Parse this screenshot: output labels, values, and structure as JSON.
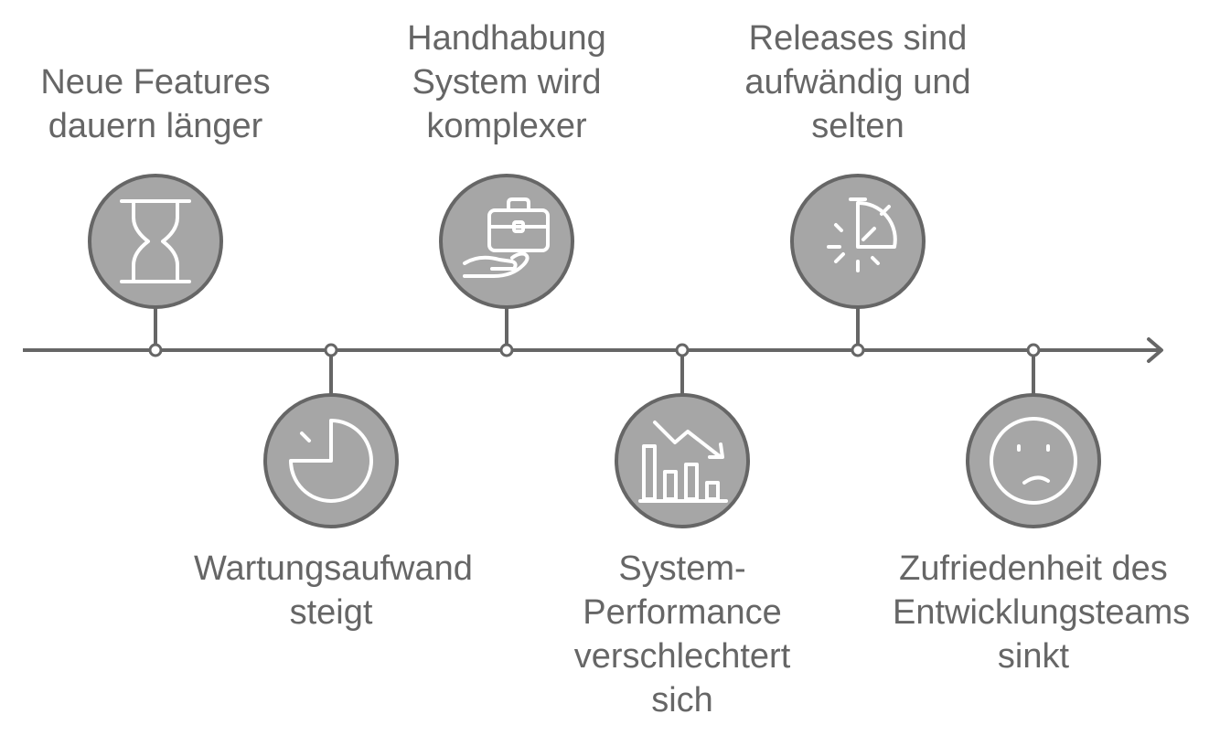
{
  "colors": {
    "line": "#666666",
    "circle_fill": "#a6a6a6",
    "circle_stroke": "#666666",
    "icon_stroke": "#ffffff",
    "text": "#666666"
  },
  "events": [
    {
      "label": "Neue Features\ndauern länger",
      "icon": "hourglass-icon"
    },
    {
      "label": "Wartungsaufwand\nsteigt",
      "icon": "pie-chart-icon"
    },
    {
      "label": "Handhabung\nSystem wird\nkomplexer",
      "icon": "briefcase-hand-icon"
    },
    {
      "label": "System-\nPerformance\nverschlechtert\nsich",
      "icon": "declining-chart-icon"
    },
    {
      "label": "Releases sind\naufwändig und\nselten",
      "icon": "stopwatch-icon"
    },
    {
      "label": "Zufriedenheit des\nEntwicklungsteams\nsinkt",
      "icon": "sad-face-icon"
    }
  ]
}
